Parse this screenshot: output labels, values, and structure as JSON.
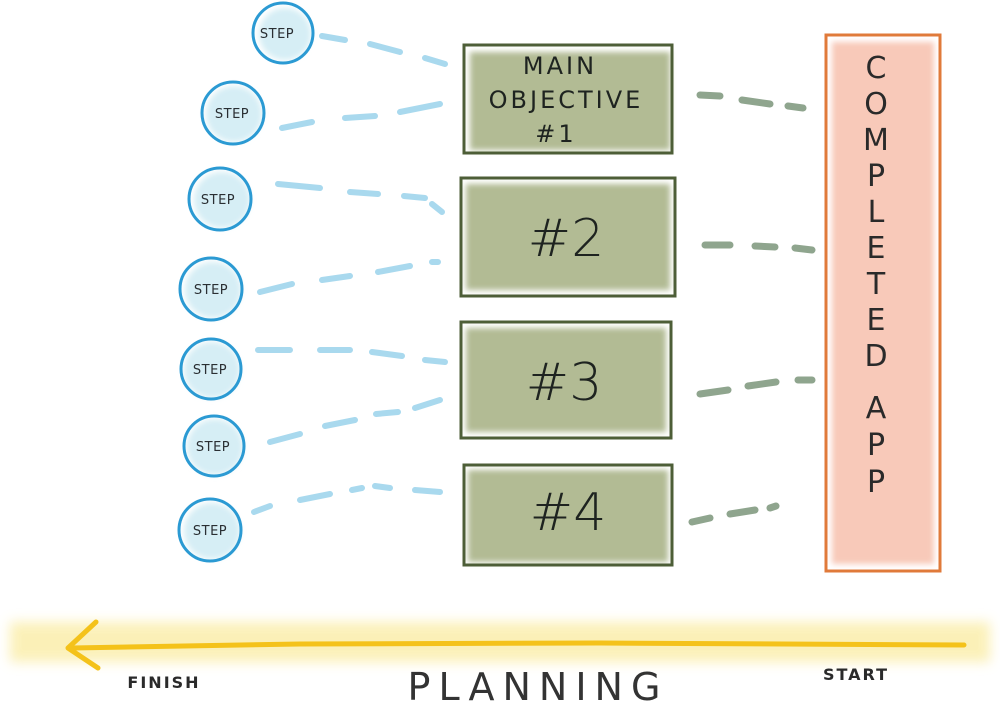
{
  "diagram": {
    "steps": [
      {
        "label": "STEP"
      },
      {
        "label": "STEP"
      },
      {
        "label": "STEP"
      },
      {
        "label": "STEP"
      },
      {
        "label": "STEP"
      },
      {
        "label": "STEP"
      },
      {
        "label": "STEP"
      }
    ],
    "objectives": {
      "first": {
        "line1": "MAIN",
        "line2": "OBJECTIVE",
        "line3": "#1"
      },
      "second": "#2",
      "third": "#3",
      "fourth": "#4"
    },
    "completed_app": {
      "letters": [
        "C",
        "O",
        "M",
        "P",
        "L",
        "E",
        "T",
        "E",
        "D",
        "A",
        "P",
        "P"
      ]
    },
    "timeline": {
      "title": "PLANNING",
      "finish_label": "FINISH",
      "start_label": "START"
    },
    "colors": {
      "step_fill": "#d6eef5",
      "step_stroke": "#2b9ad3",
      "step_connector": "#a9d9ee",
      "objective_fill": "#aeb88f",
      "objective_stroke": "#4d5e37",
      "objective_connector": "#8fa58e",
      "completed_fill": "#f8c9b9",
      "completed_stroke": "#e07a3a",
      "arrow": "#f4c21a",
      "arrow_glow": "#fbefb0"
    }
  }
}
